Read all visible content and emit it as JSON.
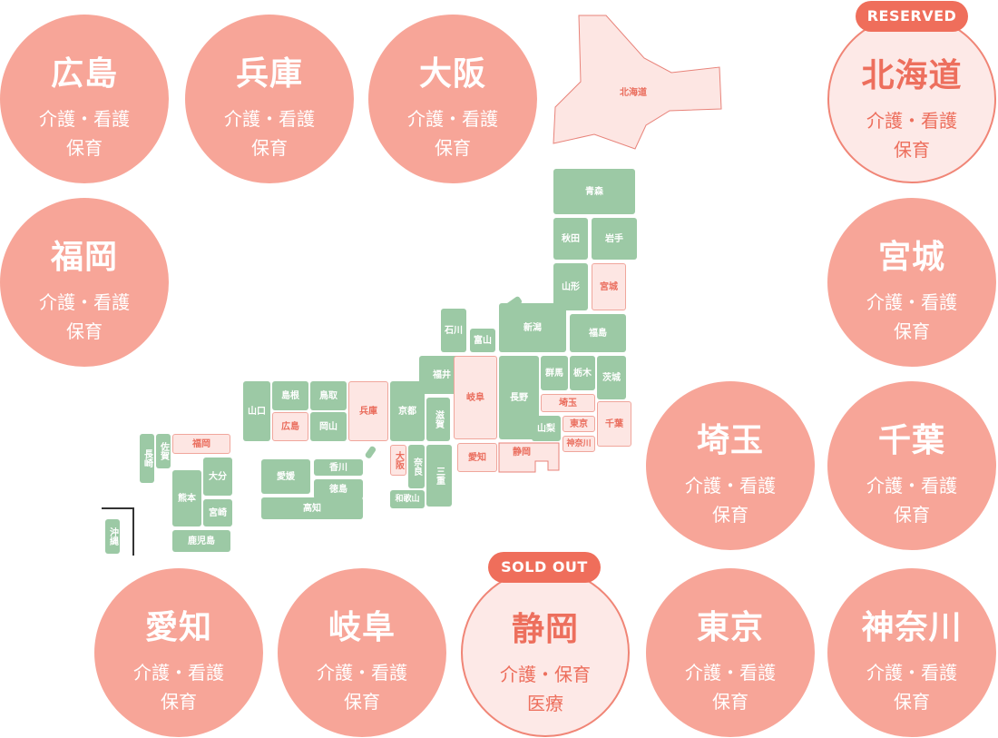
{
  "circles": {
    "hiroshima": {
      "name": "広島",
      "svc1": "介護・看護",
      "svc2": "保育"
    },
    "hyogo": {
      "name": "兵庫",
      "svc1": "介護・看護",
      "svc2": "保育"
    },
    "osaka": {
      "name": "大阪",
      "svc1": "介護・看護",
      "svc2": "保育"
    },
    "hokkaido": {
      "name": "北海道",
      "svc1": "介護・看護",
      "svc2": "保育",
      "badge": "RESERVED"
    },
    "fukuoka": {
      "name": "福岡",
      "svc1": "介護・看護",
      "svc2": "保育"
    },
    "miyagi": {
      "name": "宮城",
      "svc1": "介護・看護",
      "svc2": "保育"
    },
    "saitama": {
      "name": "埼玉",
      "svc1": "介護・看護",
      "svc2": "保育"
    },
    "chiba": {
      "name": "千葉",
      "svc1": "介護・看護",
      "svc2": "保育"
    },
    "aichi": {
      "name": "愛知",
      "svc1": "介護・看護",
      "svc2": "保育"
    },
    "gifu": {
      "name": "岐阜",
      "svc1": "介護・看護",
      "svc2": "保育"
    },
    "shizuoka": {
      "name": "静岡",
      "svc1": "介護・保育",
      "svc2": "医療",
      "badge": "SOLD OUT"
    },
    "tokyo": {
      "name": "東京",
      "svc1": "介護・看護",
      "svc2": "保育"
    },
    "kanagawa": {
      "name": "神奈川",
      "svc1": "介護・看護",
      "svc2": "保育"
    }
  },
  "map": {
    "hokkaido": "北海道",
    "aomori": "青森",
    "akita": "秋田",
    "iwate": "岩手",
    "yamagata": "山形",
    "miyagi": "宮城",
    "ishikawa": "石川",
    "toyama": "富山",
    "niigata": "新潟",
    "fukushima": "福島",
    "fukui": "福井",
    "gunma": "群馬",
    "tochigi": "栃木",
    "ibaraki": "茨城",
    "nagano": "長野",
    "gifu": "岐阜",
    "saitama": "埼玉",
    "tokyo": "東京",
    "chiba": "千葉",
    "yamanashi": "山梨",
    "kanagawa": "神奈川",
    "shizuoka": "静岡",
    "aichi": "愛知",
    "shiga": "滋賀",
    "kyoto": "京都",
    "mie": "三重",
    "osaka": "大阪",
    "nara": "奈良",
    "wakayama": "和歌山",
    "hyogo": "兵庫",
    "tottori": "鳥取",
    "shimane": "島根",
    "okayama": "岡山",
    "hiroshima": "広島",
    "yamaguchi": "山口",
    "kagawa": "香川",
    "ehime": "愛媛",
    "tokushima": "徳島",
    "kochi": "高知",
    "fukuoka": "福岡",
    "saga": "佐賀",
    "nagasaki": "長崎",
    "oita": "大分",
    "kumamoto": "熊本",
    "miyazaki": "宮崎",
    "kagoshima": "鹿児島",
    "okinawa": "沖縄"
  },
  "colors": {
    "circle": "#f7a598",
    "highlight": "#fde6e3",
    "accent": "#ef6e5b",
    "green": "#9cc9a5"
  }
}
